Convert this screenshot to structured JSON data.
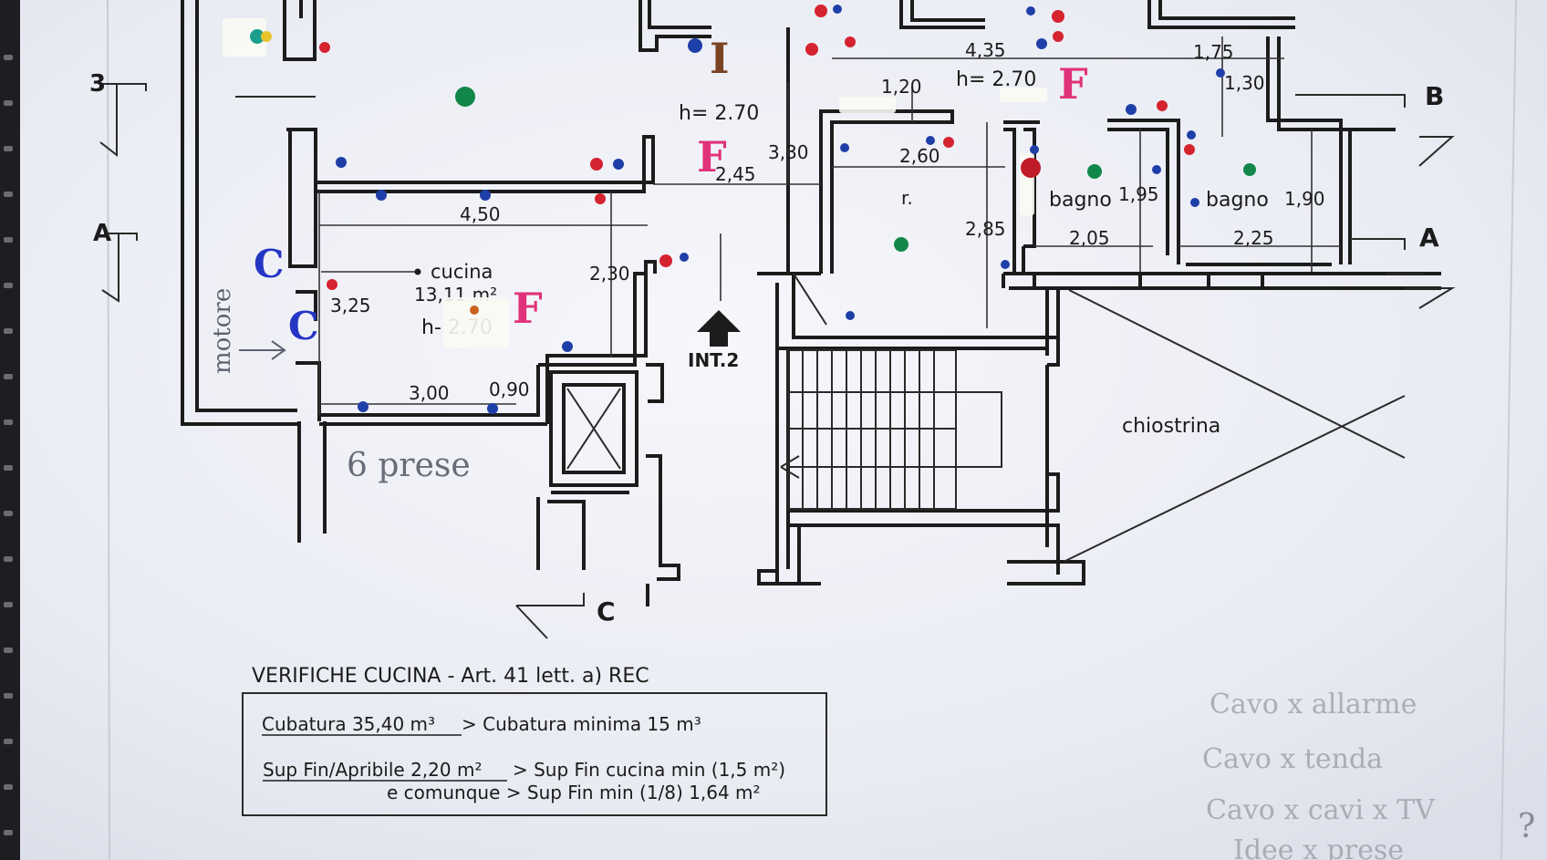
{
  "plan": {
    "dims": [
      {
        "id": "d-435",
        "text": "4,35"
      },
      {
        "id": "d-175",
        "text": "1,75"
      },
      {
        "id": "d-120",
        "text": "1,20"
      },
      {
        "id": "d-130",
        "text": "1,30"
      },
      {
        "id": "d-330",
        "text": "3,30"
      },
      {
        "id": "d-245",
        "text": "2,45"
      },
      {
        "id": "d-260",
        "text": "2,60"
      },
      {
        "id": "d-450",
        "text": "4,50"
      },
      {
        "id": "d-195",
        "text": "1,95"
      },
      {
        "id": "d-190",
        "text": "1,90"
      },
      {
        "id": "d-285",
        "text": "2,85"
      },
      {
        "id": "d-205",
        "text": "2,05"
      },
      {
        "id": "d-225",
        "text": "2,25"
      },
      {
        "id": "d-230",
        "text": "2,30"
      },
      {
        "id": "d-325",
        "text": "3,25"
      },
      {
        "id": "d-300",
        "text": "3,00"
      },
      {
        "id": "d-090",
        "text": "0,90"
      }
    ],
    "heights": {
      "h1": "h= 2.70",
      "h2": "h= 2.70",
      "h3": "h- 2.70"
    },
    "rooms": {
      "cucina": "cucina",
      "cucina_area": "13,11 m²",
      "r": "r.",
      "bagno1": "bagno",
      "bagno2": "bagno",
      "chiostrina": "chiostrina",
      "int2": "INT.2"
    },
    "sections": {
      "b_right": "B",
      "a_right": "A",
      "a_left": "A",
      "b_left": "3",
      "c_bottom": "C"
    }
  },
  "handwriting": {
    "I_mark": "I",
    "F_marks": [
      "F",
      "F",
      "F"
    ],
    "C_marks": [
      "C",
      "C"
    ],
    "motore": "motore",
    "prese": "6 prese",
    "question": "?",
    "pencil_notes": [
      "Cavo x allarme",
      "Cavo x tenda",
      "Cavo x cavi x TV",
      "Idee x prese"
    ]
  },
  "verifiche": {
    "title": "VERIFICHE CUCINA - Art. 41 lett. a) REC",
    "line1_underlined": "Cubatura 35,40 m³",
    "line1_rest": "> Cubatura minima 15 m³",
    "line2_underlined": "Sup Fin/Apribile 2,20 m²",
    "line2_rest": "> Sup Fin cucina min (1,5 m²)",
    "line3": "e comunque > Sup Fin min (1/8) 1,64 m²"
  },
  "colors": {
    "paper": "#eef0f6",
    "ink": "#1c1c1c",
    "dot_red": "#d5232f",
    "dot_blue": "#1f3fa8",
    "dot_green": "#11884a",
    "marker_magenta": "#e0327a",
    "marker_blue": "#2535c4",
    "marker_brown": "#7a4424",
    "pencil": "#9a9aa4",
    "correction_tape": "#fbfbf5"
  }
}
